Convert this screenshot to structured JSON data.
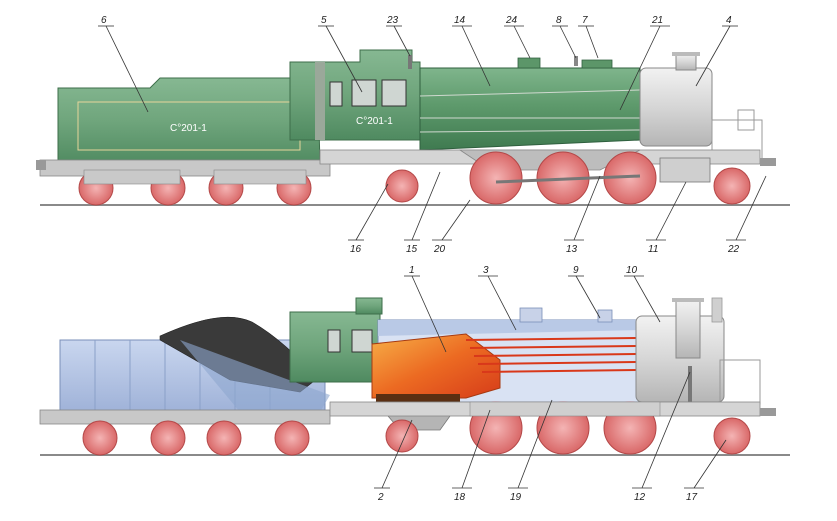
{
  "top_view": {
    "tender_plate": "С°201-1",
    "cab_plate": "С°201-1",
    "callouts": [
      "6",
      "5",
      "23",
      "14",
      "24",
      "8",
      "7",
      "21",
      "4",
      "16",
      "15",
      "20",
      "13",
      "11",
      "22"
    ]
  },
  "bottom_view": {
    "callouts": [
      "1",
      "3",
      "9",
      "10",
      "2",
      "18",
      "19",
      "12",
      "17"
    ]
  },
  "colors": {
    "body_green": "#6fa57c",
    "dark_green": "#4f8a60",
    "smokebox_gray": "#d9d9d9",
    "wheel_red": "#e07b7b",
    "water_blue": "#b9c9e6",
    "firebox_orange": "#e8641e"
  }
}
